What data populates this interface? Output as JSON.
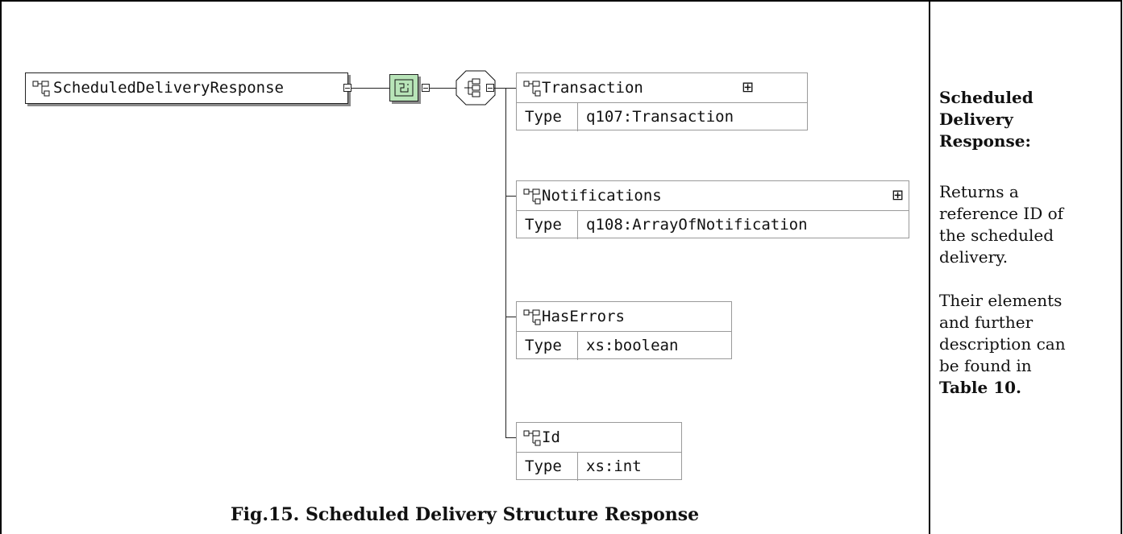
{
  "diagram": {
    "root": {
      "name": "ScheduledDeliveryResponse"
    },
    "sequence_compositor": {
      "icon": "sequence-icon"
    },
    "choice_compositor": {
      "icon": "choice-icon"
    },
    "type_key": "Type",
    "children": [
      {
        "name": "Transaction",
        "type": "q107:Transaction",
        "expandable": true
      },
      {
        "name": "Notifications",
        "type": "q108:ArrayOfNotification",
        "expandable": true
      },
      {
        "name": "HasErrors",
        "type": "xs:boolean",
        "expandable": false
      },
      {
        "name": "Id",
        "type": "xs:int",
        "expandable": false
      }
    ]
  },
  "caption": "Fig.15. Scheduled Delivery Structure Response",
  "sidebar": {
    "title_lines": [
      "Scheduled",
      "Delivery",
      "Response:"
    ],
    "para1_lines": [
      "Returns a",
      "reference ID of",
      "the scheduled",
      "delivery."
    ],
    "para2_lines": [
      "Their elements",
      "and further",
      "description can",
      "be found in"
    ],
    "table_ref": "Table 10."
  }
}
